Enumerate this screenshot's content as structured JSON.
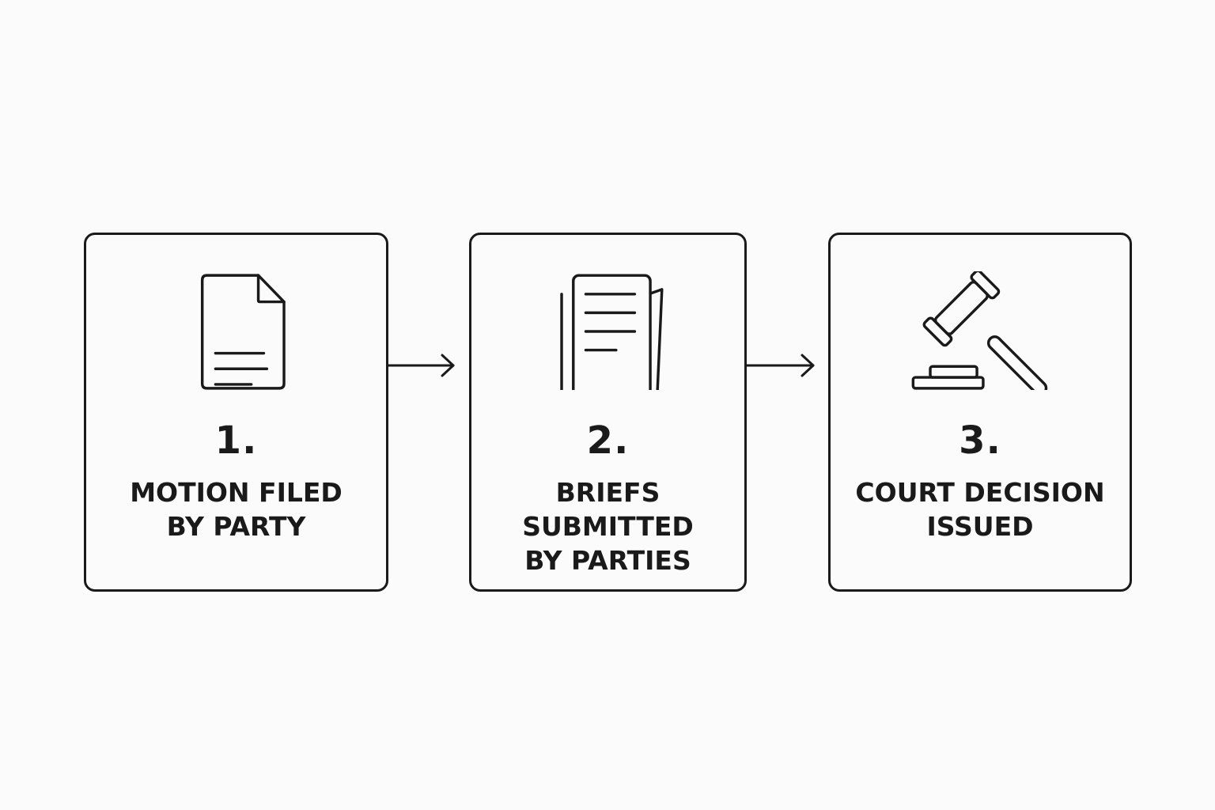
{
  "colors": {
    "background": "#fbfbfb",
    "stroke": "#1a1a1a"
  },
  "steps": [
    {
      "number": "1.",
      "label_lines": [
        "MOTION FILED",
        "BY PARTY"
      ],
      "icon": "document-icon"
    },
    {
      "number": "2.",
      "label_lines": [
        "BRIEFS",
        "SUBMITTED",
        "BY PARTIES"
      ],
      "icon": "stacked-documents-icon"
    },
    {
      "number": "3.",
      "label_lines": [
        "COURT DECISION",
        "ISSUED"
      ],
      "icon": "gavel-icon"
    }
  ],
  "connectors": [
    "arrow-right-icon",
    "arrow-right-icon"
  ]
}
